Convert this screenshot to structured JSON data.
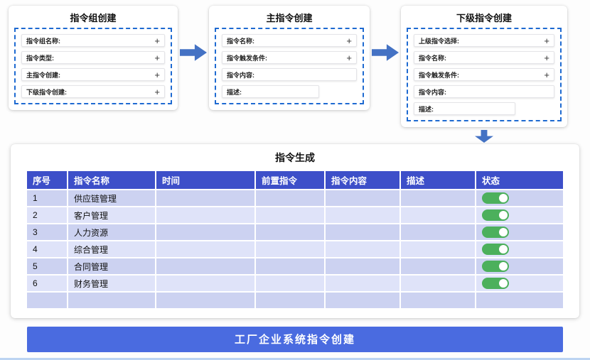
{
  "panels": [
    {
      "title": "指令组创建",
      "fields": [
        {
          "label": "指令组名称:",
          "action": "+"
        },
        {
          "label": "指令类型:",
          "action": "+"
        },
        {
          "label": "主指令创建:",
          "action": "+"
        },
        {
          "label": "下级指令创建:",
          "action": "+"
        }
      ]
    },
    {
      "title": "主指令创建",
      "fields": [
        {
          "label": "指令名称:",
          "action": "+"
        },
        {
          "label": "指令触发条件:",
          "action": "+"
        },
        {
          "label": "指令内容:",
          "action": ""
        },
        {
          "label": "描述:",
          "action": ""
        }
      ]
    },
    {
      "title": "下级指令创建",
      "fields": [
        {
          "label": "上级指令选择:",
          "action": "+"
        },
        {
          "label": "指令名称:",
          "action": "+"
        },
        {
          "label": "指令触发条件:",
          "action": "+"
        },
        {
          "label": "指令内容:",
          "action": ""
        },
        {
          "label": "描述:",
          "action": ""
        }
      ]
    }
  ],
  "table": {
    "title": "指令生成",
    "headers": [
      "序号",
      "指令名称",
      "时间",
      "前置指令",
      "指令内容",
      "描述",
      "状态"
    ],
    "rows": [
      {
        "no": "1",
        "name": "供应链管理",
        "time": "",
        "pre": "",
        "content": "",
        "desc": "",
        "status_on": true
      },
      {
        "no": "2",
        "name": "客户管理",
        "time": "",
        "pre": "",
        "content": "",
        "desc": "",
        "status_on": true
      },
      {
        "no": "3",
        "name": "人力资源",
        "time": "",
        "pre": "",
        "content": "",
        "desc": "",
        "status_on": true
      },
      {
        "no": "4",
        "name": "综合管理",
        "time": "",
        "pre": "",
        "content": "",
        "desc": "",
        "status_on": true
      },
      {
        "no": "5",
        "name": "合同管理",
        "time": "",
        "pre": "",
        "content": "",
        "desc": "",
        "status_on": true
      },
      {
        "no": "6",
        "name": "财务管理",
        "time": "",
        "pre": "",
        "content": "",
        "desc": "",
        "status_on": true
      },
      {
        "no": "",
        "name": "",
        "time": "",
        "pre": "",
        "content": "",
        "desc": "",
        "status_on": false
      }
    ]
  },
  "footer": {
    "title": "工厂企业系统指令创建"
  },
  "colors": {
    "dash": "#1e6ad1",
    "arrow": "#4472c4",
    "header_bg": "#3d4fc9",
    "row_odd": "#ccd2f1",
    "row_even": "#dfe3f9",
    "toggle_on": "#4cb05c",
    "banner_bg": "#4a6be0",
    "bottom_line": "#bcd4f2"
  }
}
